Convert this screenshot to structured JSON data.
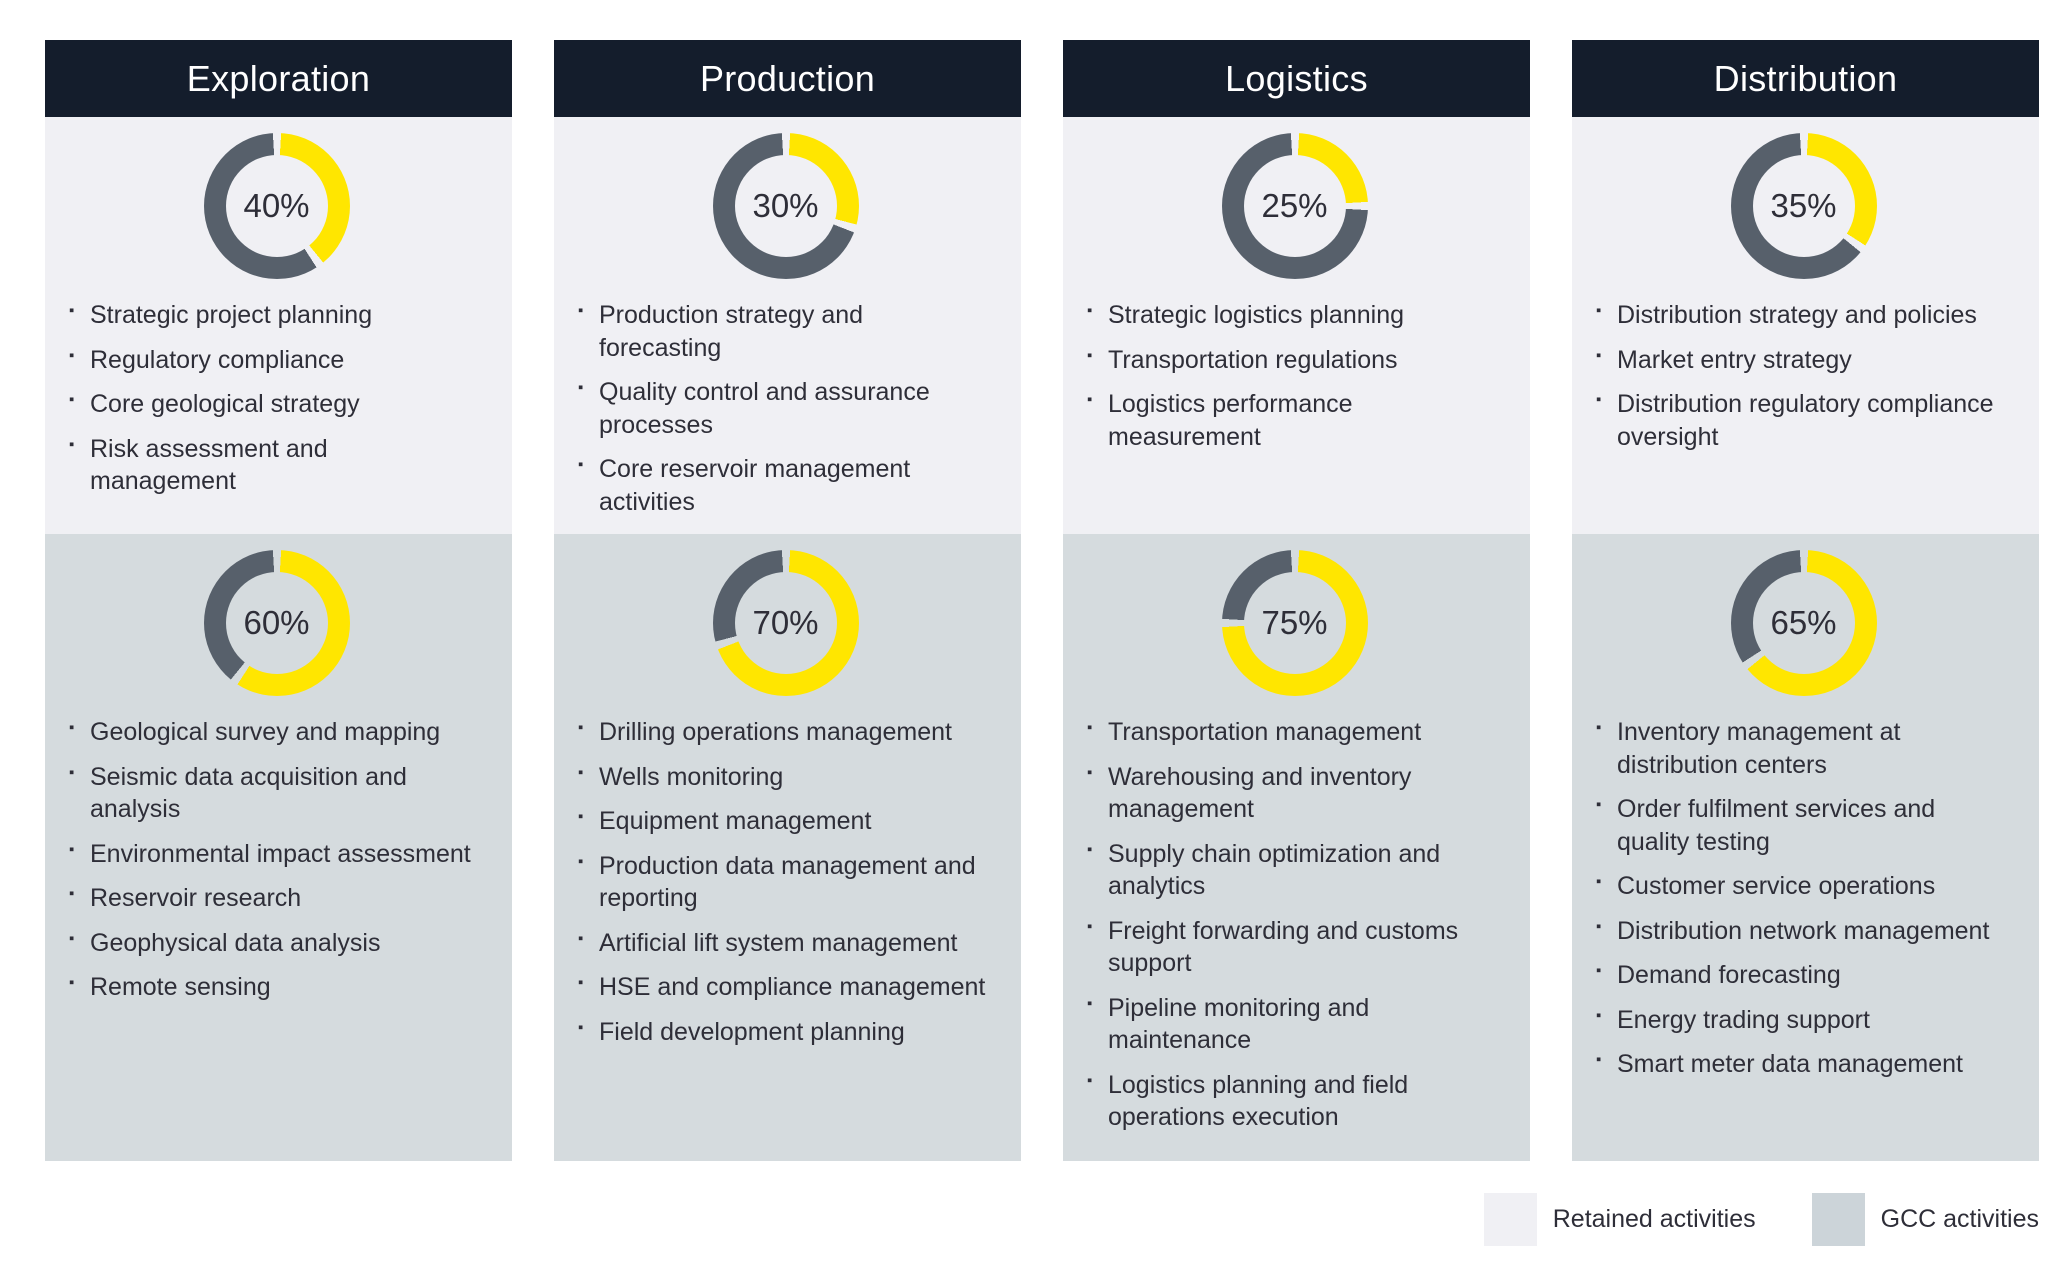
{
  "colors": {
    "header_bg": "#141d2c",
    "header_text": "#ffffff",
    "retained_bg": "#f0f0f4",
    "gcc_bg": "#d5dbde",
    "donut_value": "#ffe600",
    "donut_remainder": "#57606b",
    "text": "#2e2e38"
  },
  "legend": {
    "retained": {
      "label": "Retained activities",
      "swatch": "#f0f0f4"
    },
    "gcc": {
      "label": "GCC activities",
      "swatch": "#ccd4d9"
    }
  },
  "columns": [
    {
      "title": "Exploration",
      "retained": {
        "percent": 40,
        "percent_label": "40%",
        "items": [
          "Strategic project planning",
          "Regulatory compliance",
          "Core geological strategy",
          "Risk assessment and management"
        ]
      },
      "gcc": {
        "percent": 60,
        "percent_label": "60%",
        "items": [
          "Geological survey and mapping",
          "Seismic data acquisition and analysis",
          "Environmental impact assessment",
          "Reservoir research",
          "Geophysical data analysis",
          "Remote sensing"
        ]
      }
    },
    {
      "title": "Production",
      "retained": {
        "percent": 30,
        "percent_label": "30%",
        "items": [
          "Production strategy and forecasting",
          "Quality control and assurance processes",
          "Core reservoir management activities"
        ]
      },
      "gcc": {
        "percent": 70,
        "percent_label": "70%",
        "items": [
          "Drilling operations management",
          "Wells monitoring",
          "Equipment management",
          "Production data management and reporting",
          "Artificial lift system management",
          "HSE and compliance management",
          "Field development planning"
        ]
      }
    },
    {
      "title": "Logistics",
      "retained": {
        "percent": 25,
        "percent_label": "25%",
        "items": [
          "Strategic logistics planning",
          "Transportation regulations",
          "Logistics performance measurement"
        ]
      },
      "gcc": {
        "percent": 75,
        "percent_label": "75%",
        "items": [
          "Transportation management",
          "Warehousing and inventory management",
          "Supply chain optimization and analytics",
          "Freight forwarding and customs support",
          "Pipeline monitoring and maintenance",
          "Logistics planning and field operations execution"
        ]
      }
    },
    {
      "title": "Distribution",
      "retained": {
        "percent": 35,
        "percent_label": "35%",
        "items": [
          "Distribution strategy and policies",
          "Market entry strategy",
          "Distribution regulatory compliance oversight"
        ]
      },
      "gcc": {
        "percent": 65,
        "percent_label": "65%",
        "items": [
          "Inventory management at distribution centers",
          "Order fulfilment services and quality testing",
          "Customer service operations",
          "Distribution network management",
          "Demand forecasting",
          "Energy trading support",
          "Smart meter data management"
        ]
      }
    }
  ]
}
